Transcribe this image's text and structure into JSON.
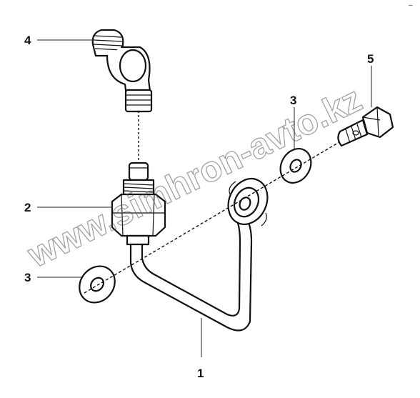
{
  "diagram": {
    "corner_mark": "–",
    "watermark": "www.simhron-avto.kz",
    "parts": [
      {
        "id": "1",
        "label": "1"
      },
      {
        "id": "2",
        "label": "2"
      },
      {
        "id": "3a",
        "label": "3"
      },
      {
        "id": "3b",
        "label": "3"
      },
      {
        "id": "4",
        "label": "4"
      },
      {
        "id": "5",
        "label": "5"
      }
    ]
  }
}
